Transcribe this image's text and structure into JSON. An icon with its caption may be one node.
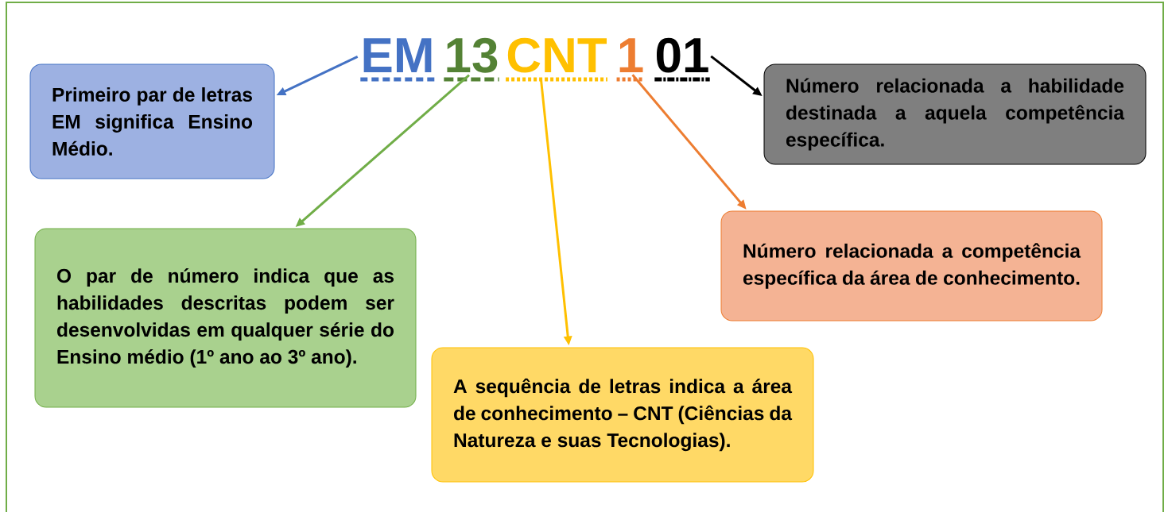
{
  "diagram": {
    "nodes": [
      {
        "text": [
          "EM"
        ]
      },
      {
        "text": [
          "13"
        ]
      },
      {
        "text": [
          "CNT"
        ]
      },
      {
        "text": [
          "1"
        ]
      },
      {
        "text": [
          "01"
        ]
      },
      {
        "text": [
          "Primeiro par de letras EM significa Ensino Médio."
        ]
      },
      {
        "text": [
          "Número relacionada a habilidade destinada a aquela competência específica."
        ]
      },
      {
        "text": [
          "Número relacionada a competência específica da área de conhecimento."
        ]
      },
      {
        "text": [
          "O par de número indica que as habilidades descritas podem ser desenvolvidas em qualquer série do Ensino médio (1º ano ao 3º ano)."
        ]
      },
      {
        "text": [
          "A sequência de letras indica a área de conhecimento – CNT (Ciências da Natureza e suas Tecnologias)."
        ]
      }
    ],
    "edges": [
      {
        "from": 0,
        "to": 5,
        "arrow": "to",
        "color": "#4472c4"
      },
      {
        "from": 1,
        "to": 8,
        "arrow": "to",
        "color": "#70ad47"
      },
      {
        "from": 2,
        "to": 9,
        "arrow": "to",
        "color": "#ffc000"
      },
      {
        "from": 3,
        "to": 7,
        "arrow": "to",
        "color": "#ed7d31"
      },
      {
        "from": 4,
        "to": 6,
        "arrow": "to",
        "color": "#000000"
      }
    ]
  }
}
